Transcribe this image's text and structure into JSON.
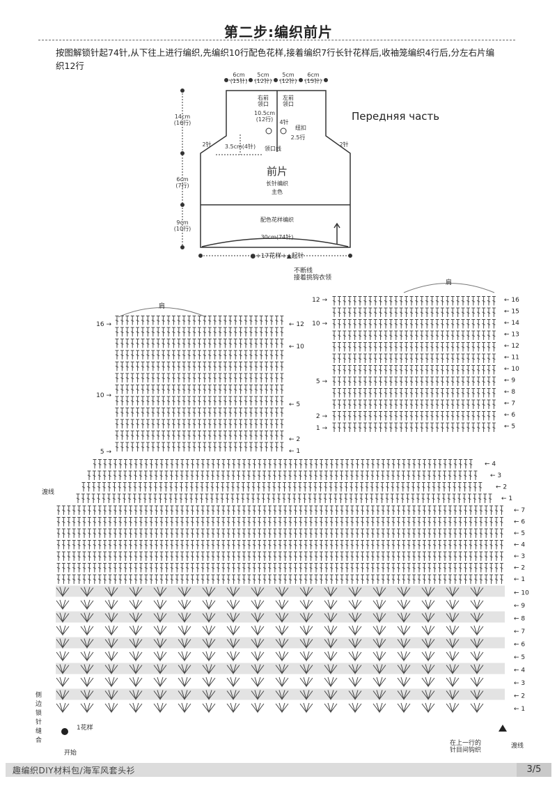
{
  "title": "第二步:编织前片",
  "intro": "按图解锁针起74针,从下往上进行编织,先编织10行配色花样,接着编织7行长针花样后,收袖笼编织4行后,分左右片编织12行",
  "russian_label": "Передняя часть",
  "schematic": {
    "top_widths": [
      "6cm\n(15针)",
      "5cm\n(12针)",
      "5cm\n(12针)",
      "6cm\n(15针)"
    ],
    "right_neck": "右前\n领口",
    "left_neck": "左前\n领口",
    "neck_depth": "10.5cm\n(12行)",
    "button": "4针",
    "button_label": "纽扣",
    "button_rows": "2.5行",
    "height_top": "14cm\n(16行)",
    "height_mid": "6cm\n(7行)",
    "height_bot": "9cm\n(10行)",
    "armhole_left": "2针",
    "armhole_right": "2针",
    "neck_line_w": "3.5cm(4针)",
    "neck_line": "领口线",
    "piece_name": "前片",
    "stitch": "长针编织",
    "color": "主色",
    "pattern": "配色花样编织",
    "bottom_width": "30cm(74针)",
    "repeat_formula": "●+17花样+▲起针"
  },
  "chart": {
    "shoulder": "肩",
    "continue_note": "不断线\n接着挑钩衣领",
    "cross_thread": "渡线",
    "side_seam": "侧边锁针缝合",
    "one_repeat": "1花样",
    "start": "开始",
    "between_stitches": "在上一行的\n针目间钩织",
    "cross_thread_right": "渡线",
    "left_strap_rows_left": [
      "16",
      "10",
      "5"
    ],
    "left_strap_rows_right": [
      "12",
      "10",
      "5",
      "2",
      "1"
    ],
    "right_strap_rows_left": [
      "12",
      "10",
      "5",
      "2",
      "1"
    ],
    "right_strap_rows_right": [
      "16",
      "15",
      "14",
      "13",
      "12",
      "11",
      "10",
      "9",
      "8",
      "7",
      "6",
      "5"
    ],
    "armhole_rows": [
      "4",
      "3",
      "2",
      "1"
    ],
    "body_rows": [
      "7",
      "6",
      "5",
      "4",
      "3",
      "2",
      "1"
    ],
    "pattern_rows": [
      "10",
      "9",
      "8",
      "7",
      "6",
      "5",
      "4",
      "3",
      "2",
      "1"
    ]
  },
  "footer": {
    "text": "趣编织DIY材料包/海军风套头衫",
    "page": "3/5"
  }
}
